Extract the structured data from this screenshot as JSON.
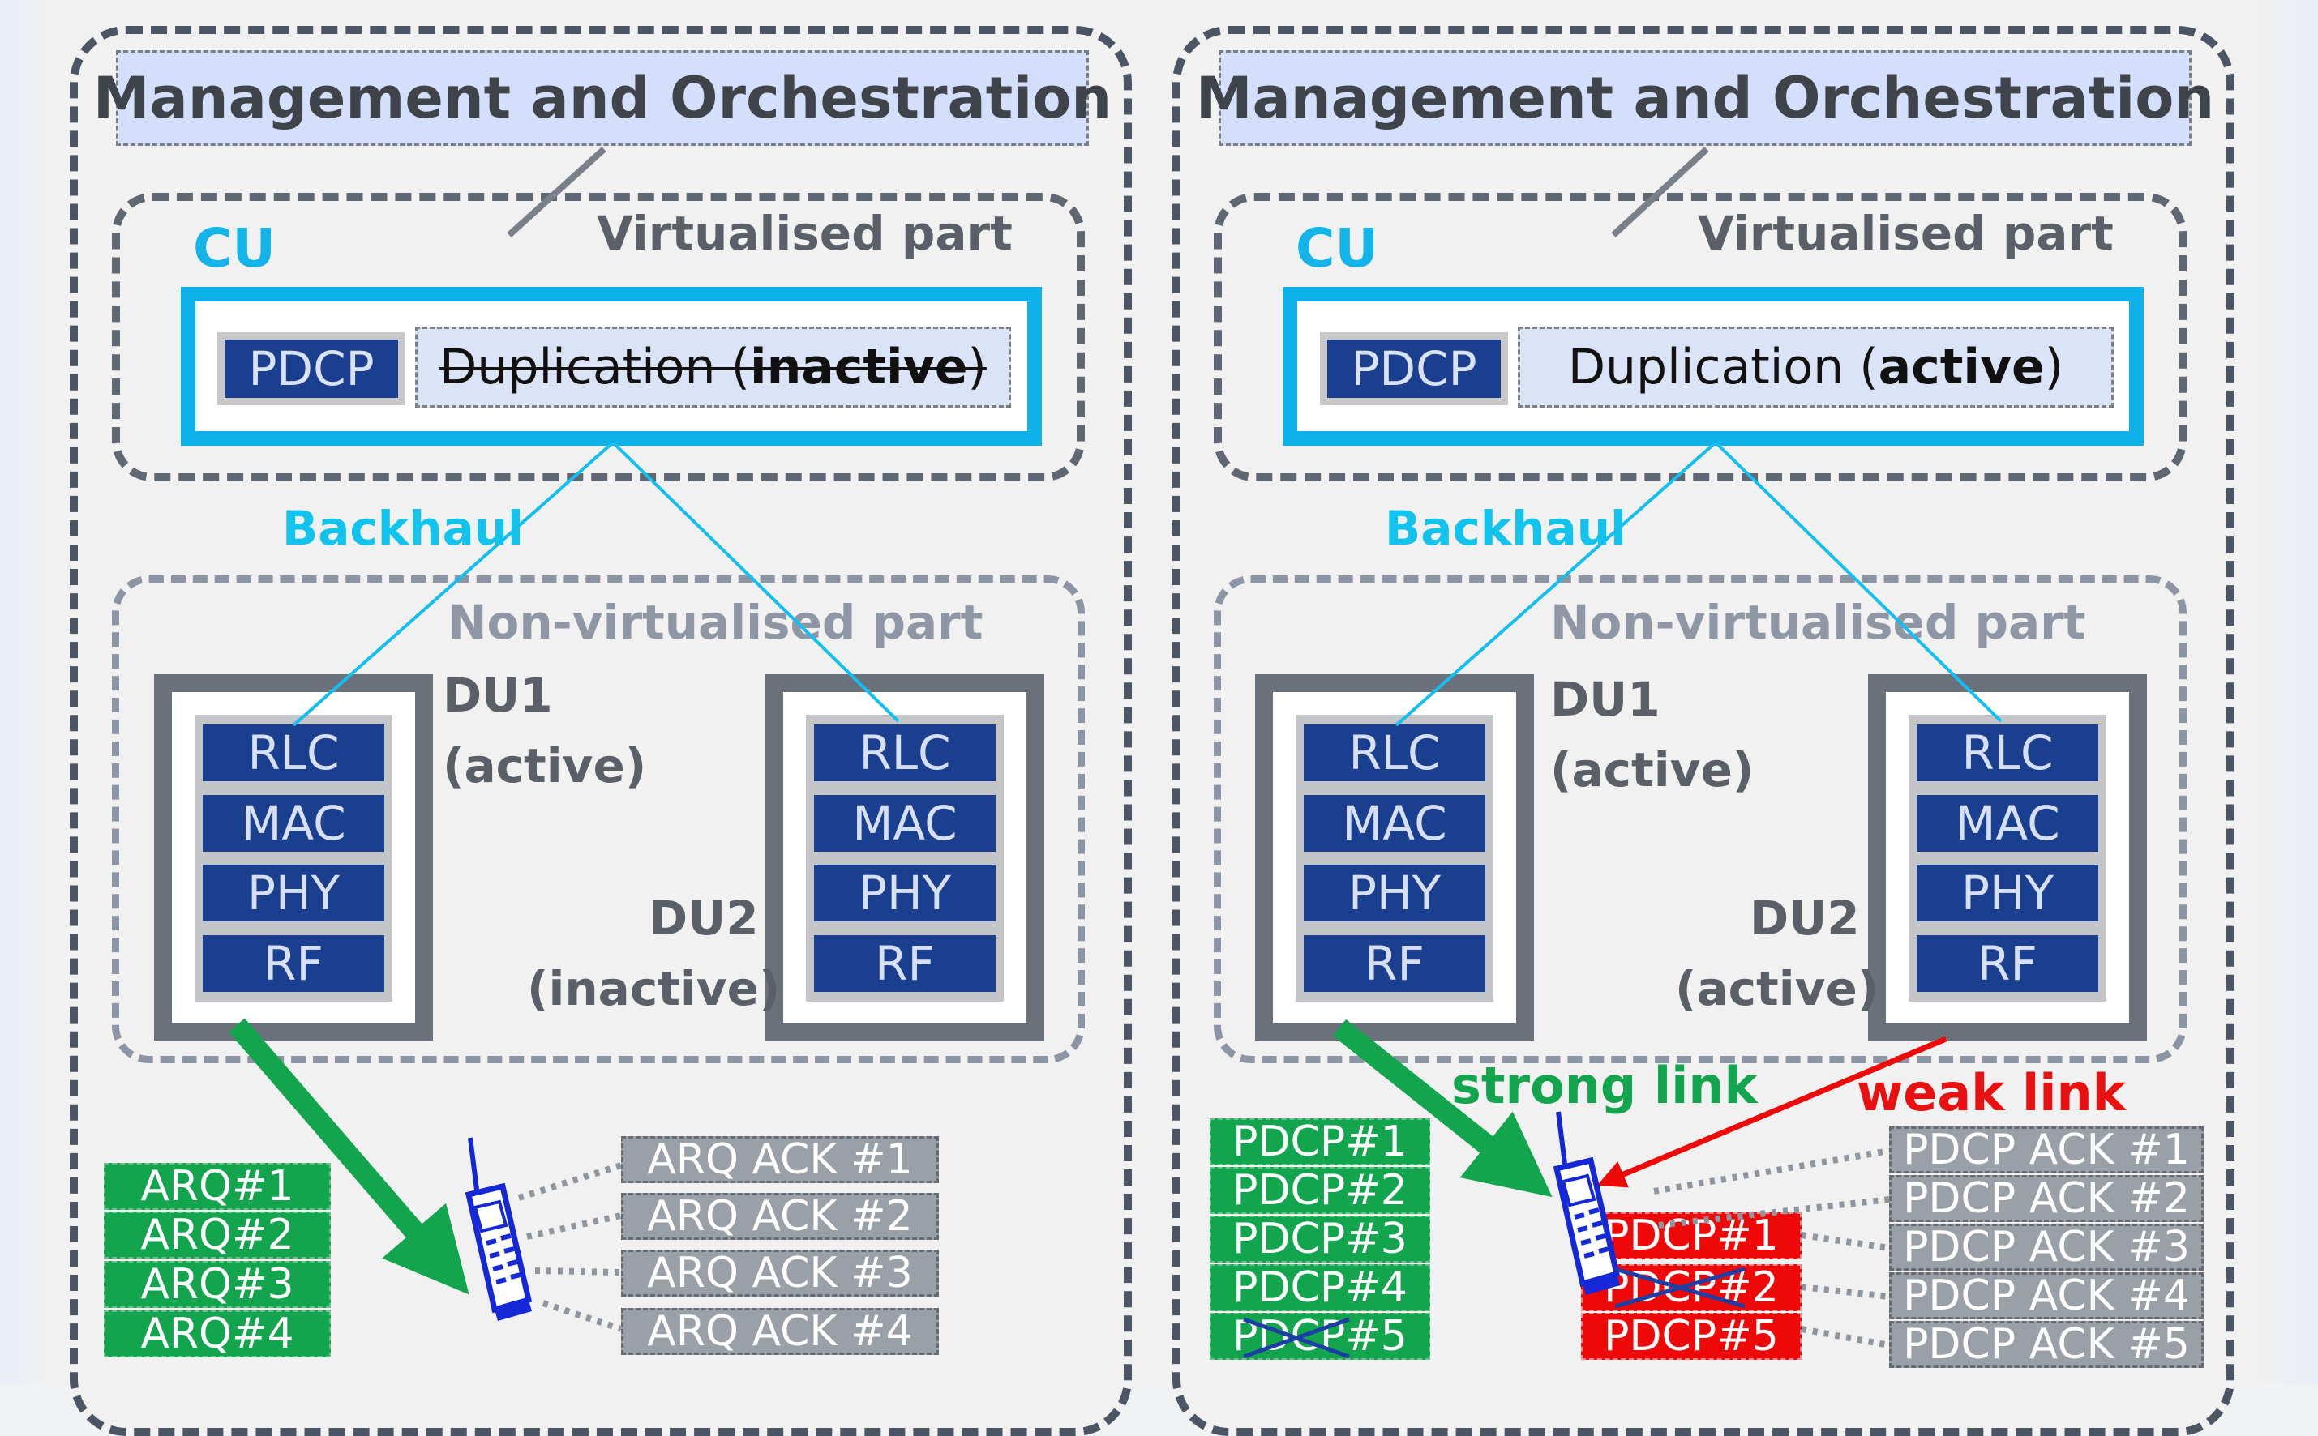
{
  "colors": {
    "panel_border": "#4b5563",
    "cu_blue": "#0fb1ea",
    "layer_blue": "#1b3f8f",
    "green": "#12a54d",
    "red": "#ee0808",
    "gray_cell": "#9aa0a8"
  },
  "left": {
    "mo_title": "Management and Orchestration",
    "virtualised": "Virtualised part",
    "cu": "CU",
    "pdcp": "PDCP",
    "dup_strike": "Duplication (",
    "dup_bold": "inactive",
    "dup_close": ")",
    "backhaul": "Backhaul",
    "non_virtualised": "Non-virtualised part",
    "du1_name": "DU1",
    "du1_state": "(active)",
    "du2_name": "DU2",
    "du2_state": "(inactive)",
    "layers": [
      "RLC",
      "MAC",
      "PHY",
      "RF"
    ],
    "arq": [
      "ARQ#1",
      "ARQ#2",
      "ARQ#3",
      "ARQ#4"
    ],
    "acks": [
      "ARQ ACK #1",
      "ARQ ACK #2",
      "ARQ ACK #3",
      "ARQ ACK #4"
    ]
  },
  "right": {
    "mo_title": "Management and Orchestration",
    "virtualised": "Virtualised part",
    "cu": "CU",
    "pdcp": "PDCP",
    "dup_text": "Duplication (",
    "dup_bold": "active",
    "dup_close": ")",
    "backhaul": "Backhaul",
    "non_virtualised": "Non-virtualised part",
    "du1_name": "DU1",
    "du1_state": "(active)",
    "du2_name": "DU2",
    "du2_state": "(active)",
    "layers": [
      "RLC",
      "MAC",
      "PHY",
      "RF"
    ],
    "strong_link": "strong link",
    "weak_link": "weak link",
    "pdcp_green": [
      "PDCP#1",
      "PDCP#2",
      "PDCP#3",
      "PDCP#4",
      "PDCP#5"
    ],
    "pdcp_red": [
      "PDCP#1",
      "PDCP#2",
      "PDCP#5"
    ],
    "acks": [
      "PDCP ACK #1",
      "PDCP ACK #2",
      "PDCP ACK #3",
      "PDCP ACK #4",
      "PDCP ACK #5"
    ]
  }
}
